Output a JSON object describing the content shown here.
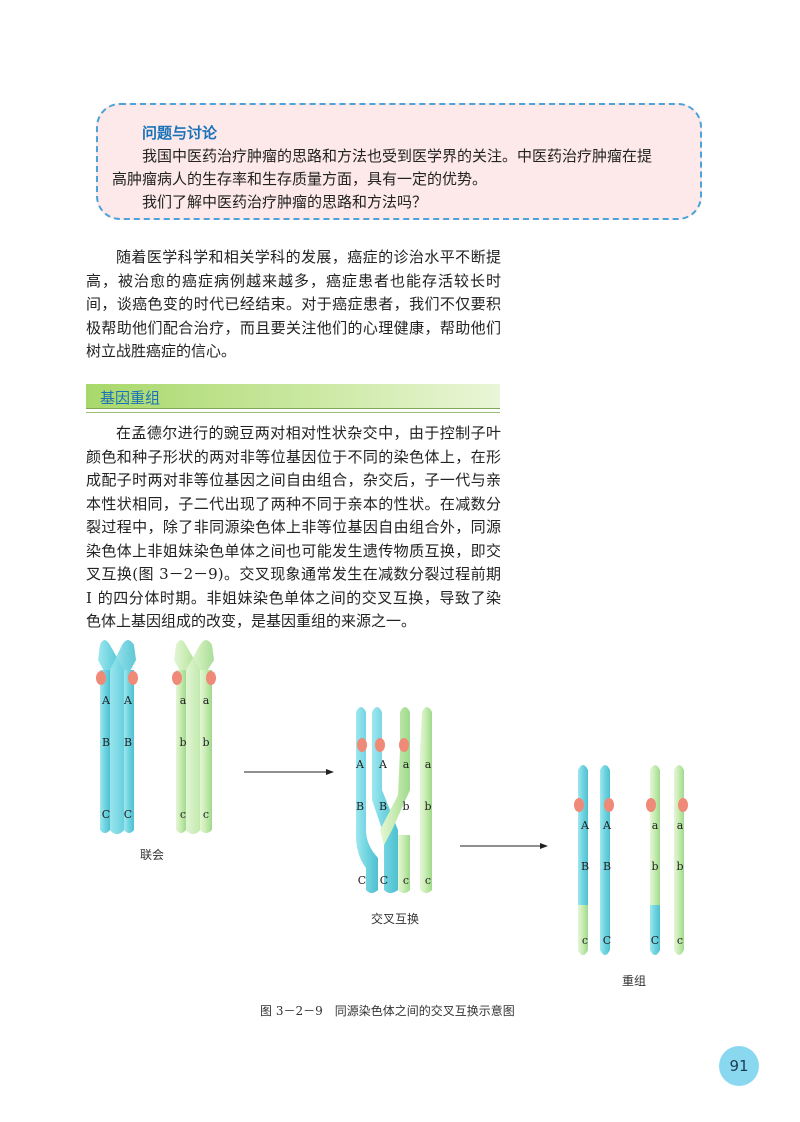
{
  "discussion": {
    "title": "问题与讨论",
    "lines": [
      "我国中医药治疗肿瘤的思路和方法也受到医学界的关注。中医药治疗肿瘤在提",
      "高肿瘤病人的生存率和生存质量方面，具有一定的优势。",
      "我们了解中医药治疗肿瘤的思路和方法吗？"
    ]
  },
  "paragraph1": "随着医学科学和相关学科的发展，癌症的诊治水平不断提高，被治愈的癌症病例越来越多，癌症患者也能存活较长时间，谈癌色变的时代已经结束。对于癌症患者，我们不仅要积极帮助他们配合治疗，而且要关注他们的心理健康，帮助他们树立战胜癌症的信心。",
  "section": {
    "title": "基因重组",
    "paragraph": "在孟德尔进行的豌豆两对相对性状杂交中，由于控制子叶颜色和种子形状的两对非等位基因位于不同的染色体上，在形成配子时两对非等位基因之间自由组合，杂交后，子一代与亲本性状相同，子二代出现了两种不同于亲本的性状。在减数分裂过程中，除了非同源染色体上非等位基因自由组合外，同源染色体上非姐妹染色单体之间也可能发生遗传物质互换，即交叉互换(图 3－2－9)。交叉现象通常发生在减数分裂过程前期 Ⅰ 的四分体时期。非姐妹染色单体之间的交叉互换，导致了染色体上基因组成的改变，是基因重组的来源之一。"
  },
  "figure": {
    "stage_labels": [
      "联会",
      "交叉互换",
      "重组"
    ],
    "caption": "图 3－2－9　同源染色体之间的交叉互换示意图",
    "gene_letters": {
      "synapsis": [
        [
          "A",
          "A",
          "a",
          "a"
        ],
        [
          "B",
          "B",
          "b",
          "b"
        ],
        [
          "C",
          "C",
          "c",
          "c"
        ]
      ],
      "crossover": [
        [
          "A",
          "A",
          "a",
          "a"
        ],
        [
          "B",
          "B",
          "b",
          "b"
        ],
        [
          "C",
          "C",
          "c",
          "c"
        ]
      ],
      "recombination": [
        [
          "A",
          "A",
          "a",
          "a"
        ],
        [
          "B",
          "B",
          "b",
          "b"
        ],
        [
          "c",
          "C",
          "C",
          "c"
        ]
      ]
    },
    "colors": {
      "cyan": "#6fd3e0",
      "green": "#bfe6a8",
      "centromere": "#f08a78"
    }
  },
  "page_number": "91"
}
